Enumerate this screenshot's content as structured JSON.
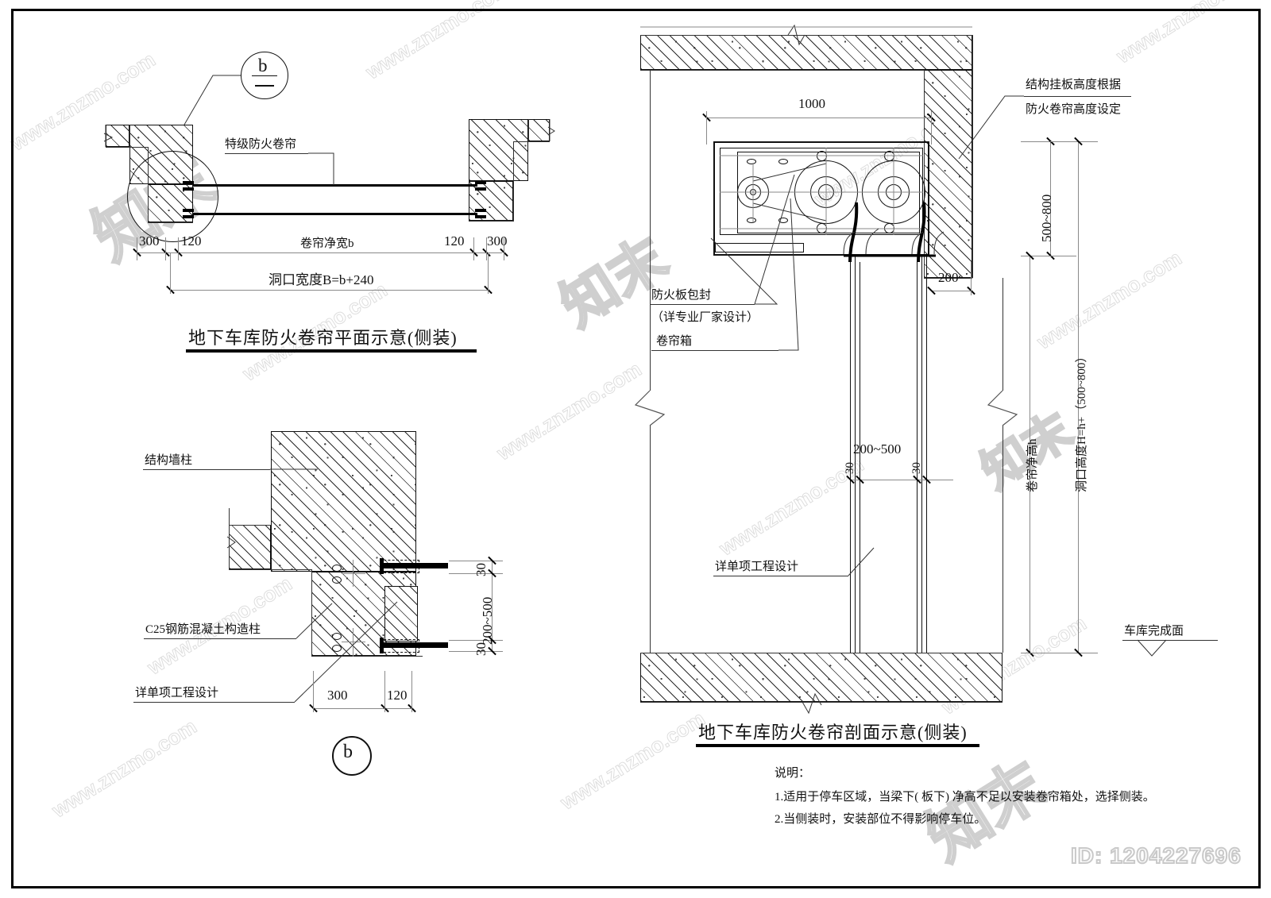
{
  "sheet": {
    "id_label": "ID: 1204227696",
    "watermark_text": "www.znzmo.com",
    "watermark_brand": "知末"
  },
  "plan": {
    "title": "地下车库防火卷帘平面示意(侧装)",
    "detail_bubble": "b",
    "labels": {
      "shutter": "特级防火卷帘"
    },
    "dims": {
      "left_outer": "300",
      "left_inner": "120",
      "clear_width": "卷帘净宽b",
      "right_inner": "120",
      "right_outer": "300",
      "opening_width": "洞口宽度B=b+240"
    }
  },
  "detail": {
    "detail_bubble": "b",
    "labels": {
      "structural_wall_column": "结构墙柱",
      "concrete_column": "C25钢筋混凝土构造柱",
      "single_project_design": "详单项工程设计"
    },
    "dims": {
      "d300": "300",
      "d120": "120",
      "top_30": "30",
      "mid_200_500": "200~500",
      "bot_30": "30"
    }
  },
  "section": {
    "title": "地下车库防火卷帘剖面示意(侧装)",
    "labels": {
      "fireproof_board": "防火板包封",
      "fireproof_board_sub": "（详专业厂家设计）",
      "shutter_box": "卷帘箱",
      "single_project_design": "详单项工程设计",
      "hanging_panel_note_1": "结构挂板高度根据",
      "hanging_panel_note_2": "防火卷帘高度设定",
      "garage_finish_level": "车库完成面"
    },
    "dims": {
      "box_width": "1000",
      "offset_200": "200",
      "band_500_800": "500~800",
      "left_30": "30",
      "gap_200_500": "200~500",
      "right_30": "30",
      "clear_height": "卷帘净高h",
      "opening_height": "洞口高度H=h+（500~800）"
    }
  },
  "notes": {
    "heading": "说明：",
    "items": [
      "1.适用于停车区域，当梁下( 板下) 净高不足以安装卷帘箱处，选择侧装。",
      "2.当侧装时，安装部位不得影响停车位。"
    ]
  }
}
